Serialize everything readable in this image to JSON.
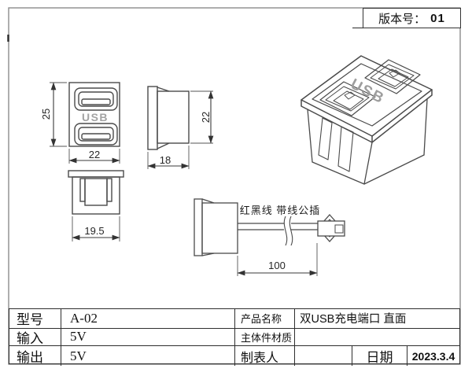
{
  "sheet": {
    "version_label": "版本号：",
    "version_value": "01"
  },
  "views": {
    "front": {
      "usb_label": "USB",
      "dim_height": "25",
      "dim_width": "22"
    },
    "side": {
      "dim_height": "22",
      "dim_depth": "18"
    },
    "bottom": {
      "dim_width": "19.5"
    },
    "iso": {
      "usb_label": "USB"
    },
    "cable": {
      "annotation": "红黑线 带线公插",
      "dim_length": "100"
    }
  },
  "table": {
    "r1c1": "型号",
    "r1c2": "A-02",
    "r1c3": "产品名称",
    "r1c4": "双USB充电端口 直面",
    "r2c1": "输入",
    "r2c2": "5V",
    "r2c3": "主体件材质",
    "r2c4": "",
    "r3c1": "输出",
    "r3c2": "5V",
    "r3c3": "制表人",
    "r3c4": "",
    "r3c5": "日期",
    "r3c6": "2023.3.4"
  },
  "colors": {
    "line": "#4a4a4a",
    "frame": "#8c8c8c",
    "table_border": "#2e2e2e",
    "usb_gray": "#9e9e9e",
    "background": "#ffffff"
  }
}
